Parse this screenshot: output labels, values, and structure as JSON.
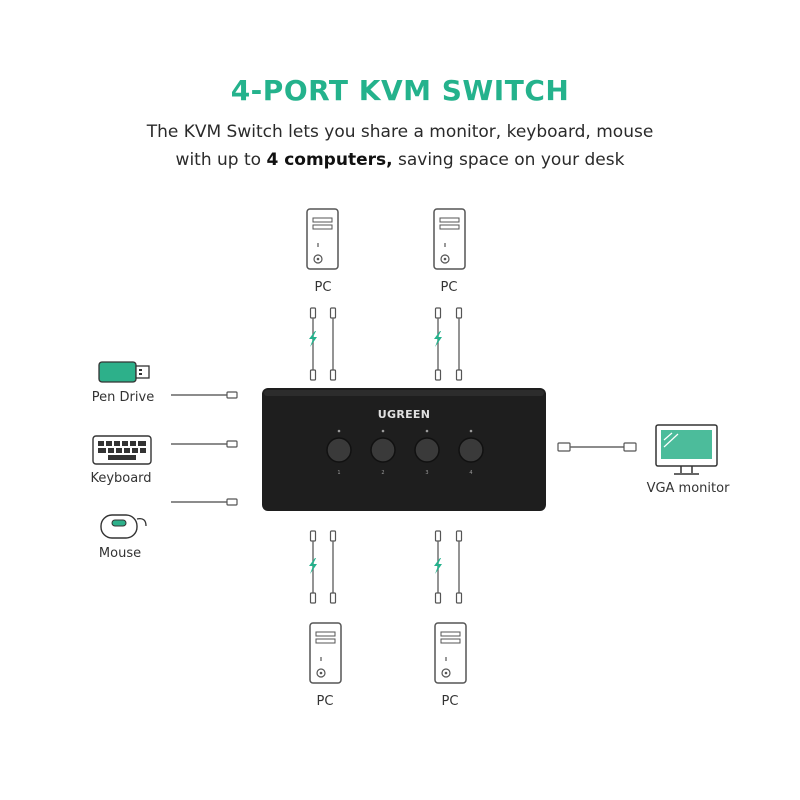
{
  "heading": {
    "title": "4-PORT KVM SWITCH",
    "subtitle_line1": "The KVM Switch lets you share a monitor, keyboard, mouse",
    "subtitle_line2_pre": "with up to ",
    "subtitle_line2_bold": "4 computers,",
    "subtitle_line2_post": " saving space on your desk"
  },
  "switch": {
    "brand": "UGREEN",
    "port_numbers": [
      "1",
      "2",
      "3",
      "4"
    ]
  },
  "labels": {
    "pc": "PC",
    "pen_drive": "Pen Drive",
    "keyboard": "Keyboard",
    "mouse": "Mouse",
    "monitor": "VGA monitor"
  },
  "colors": {
    "accent": "#24b28c",
    "switch_body": "#1e1e1e",
    "line": "#6a6a6a"
  },
  "icons": [
    "pc-tower-icon",
    "usb-pen-drive-icon",
    "keyboard-icon",
    "mouse-icon",
    "vga-monitor-icon",
    "lightning-icon"
  ]
}
